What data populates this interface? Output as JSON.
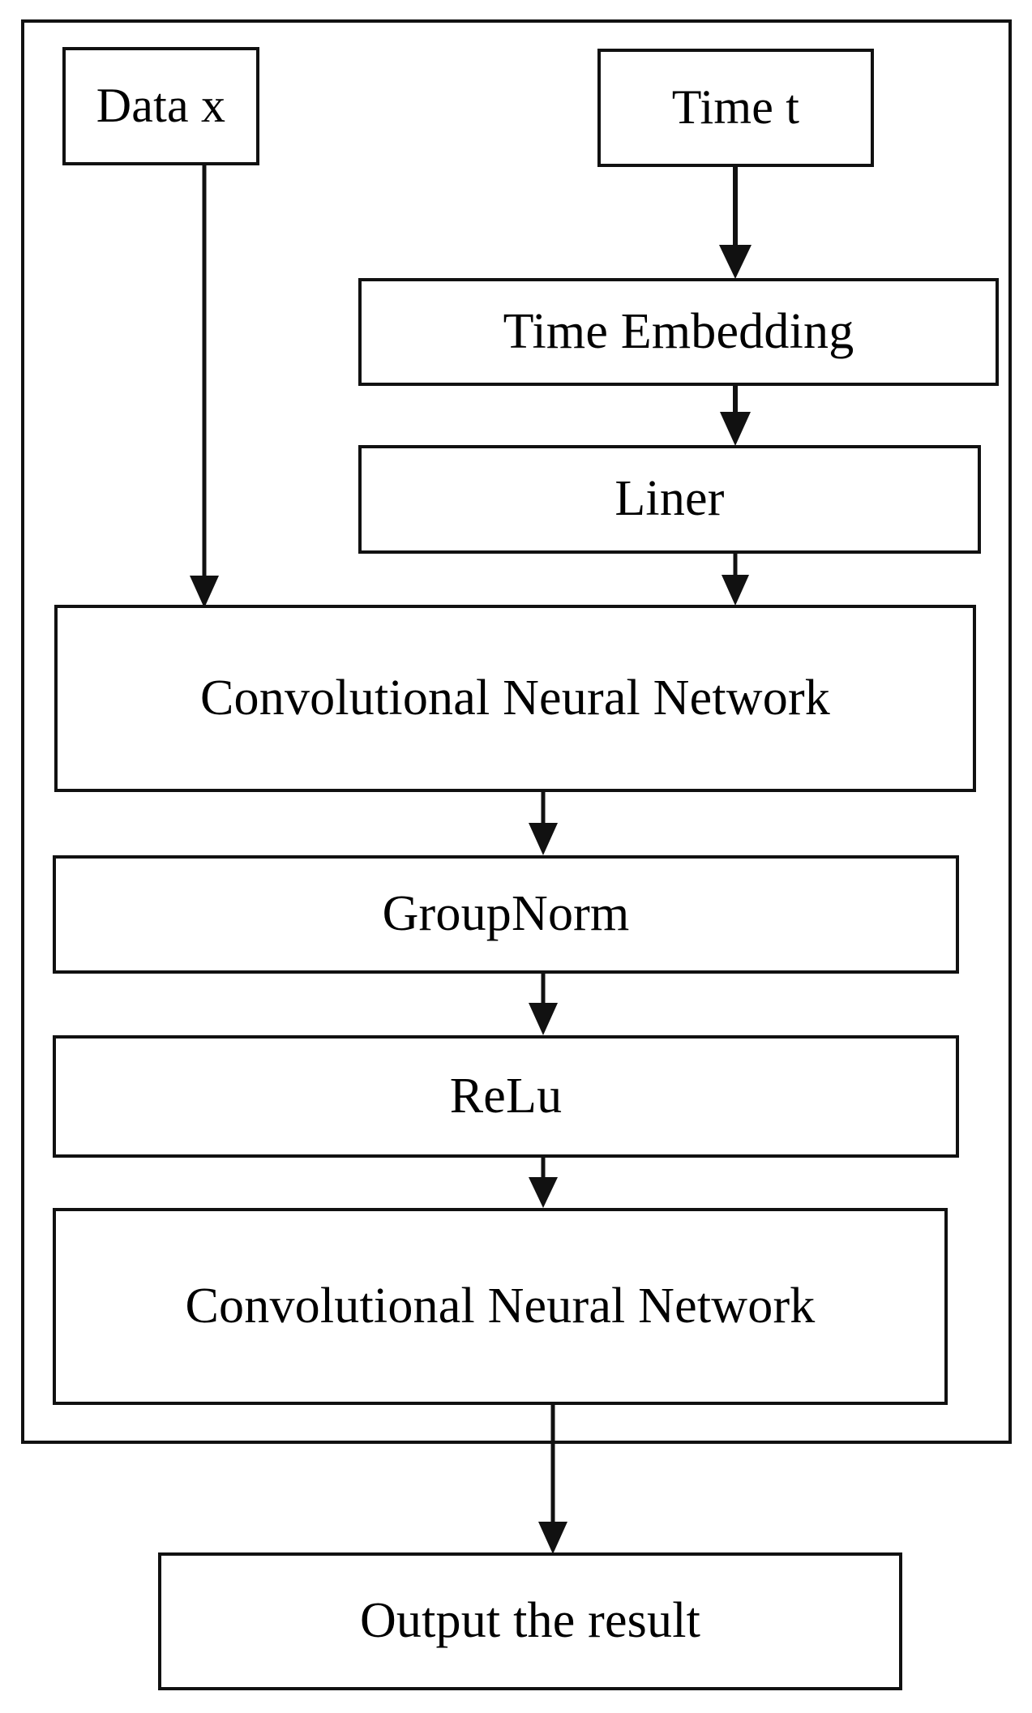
{
  "diagram": {
    "title": "Diffusion model residual block architecture",
    "type": "flowchart",
    "orientation": "top-to-bottom",
    "stroke_color": "#111111",
    "fill_color": "#ffffff",
    "text_color": "#000000",
    "group": {
      "name": "residual-block-frame",
      "label": ""
    },
    "nodes": [
      {
        "id": "data-x",
        "label": "Data x",
        "shape": "rectangle"
      },
      {
        "id": "time-t",
        "label": "Time t",
        "shape": "rectangle"
      },
      {
        "id": "time-embedding",
        "label": "Time Embedding",
        "shape": "rectangle"
      },
      {
        "id": "liner",
        "label": "Liner",
        "shape": "rectangle"
      },
      {
        "id": "cnn-1",
        "label": "Convolutional Neural Network",
        "shape": "rectangle"
      },
      {
        "id": "groupnorm",
        "label": "GroupNorm",
        "shape": "rectangle"
      },
      {
        "id": "relu",
        "label": "ReLu",
        "shape": "rectangle"
      },
      {
        "id": "cnn-2",
        "label": "Convolutional Neural Network",
        "shape": "rectangle"
      },
      {
        "id": "output",
        "label": "Output the result",
        "shape": "rectangle"
      }
    ],
    "edges": [
      {
        "id": "e1",
        "from": "data-x",
        "to": "cnn-1",
        "arrow": "down"
      },
      {
        "id": "e2",
        "from": "time-t",
        "to": "time-embedding",
        "arrow": "down"
      },
      {
        "id": "e3",
        "from": "time-embedding",
        "to": "liner",
        "arrow": "down"
      },
      {
        "id": "e4",
        "from": "liner",
        "to": "cnn-1",
        "arrow": "down"
      },
      {
        "id": "e5",
        "from": "cnn-1",
        "to": "groupnorm",
        "arrow": "down"
      },
      {
        "id": "e6",
        "from": "groupnorm",
        "to": "relu",
        "arrow": "down"
      },
      {
        "id": "e7",
        "from": "relu",
        "to": "cnn-2",
        "arrow": "down"
      },
      {
        "id": "e8",
        "from": "cnn-2",
        "to": "output",
        "arrow": "down"
      }
    ]
  }
}
